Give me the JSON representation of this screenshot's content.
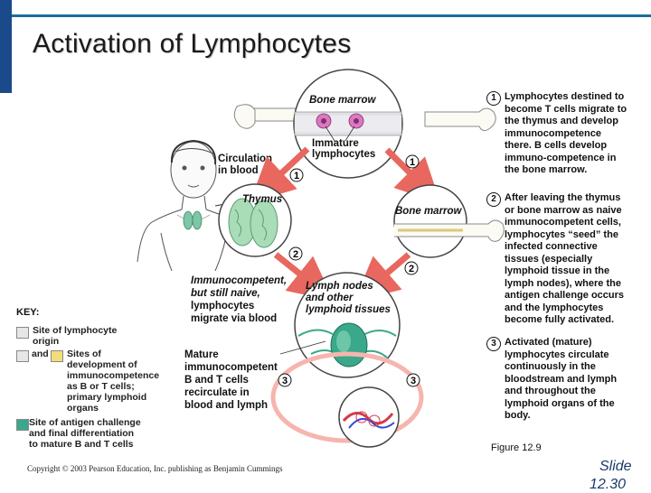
{
  "title": "Activation of Lymphocytes",
  "labels": {
    "bone_marrow_top": "Bone marrow",
    "immature": [
      "Immature",
      "lymphocytes"
    ],
    "circulation": [
      "Circulation",
      "in blood"
    ],
    "thymus": "Thymus",
    "bone_marrow_right": "Bone marrow",
    "lymph_nodes": [
      "Lymph nodes",
      "and other",
      "lymphoid tissues"
    ],
    "immunocompetent": [
      "Immunocompetent,",
      "but still naive,",
      "lymphocytes",
      "migrate via blood"
    ],
    "mature": [
      "Mature",
      "immunocompetent",
      "B and T cells",
      "recirculate in",
      "blood and lymph"
    ]
  },
  "badges": {
    "one": "1",
    "two": "2",
    "three": "3"
  },
  "steps": [
    {
      "num": "1",
      "lines": [
        "Lymphocytes destined to",
        "become T cells migrate to",
        "the thymus and develop",
        "immunocompetence",
        "there. B cells develop",
        "immuno-competence in",
        "the bone marrow."
      ]
    },
    {
      "num": "2",
      "lines": [
        "After leaving the thymus",
        "or bone marrow as naive",
        "immunocompetent cells,",
        "lymphocytes “seed” the",
        "infected connective",
        "tissues (especially",
        "lymphoid tissue in the",
        "lymph nodes), where the",
        "antigen challenge occurs",
        "and the lymphocytes",
        "become fully activated."
      ]
    },
    {
      "num": "3",
      "lines": [
        "Activated (mature)",
        "lymphocytes circulate",
        "continuously in the",
        "bloodstream and lymph",
        "and throughout the",
        "lymphoid organs of the",
        "body."
      ]
    }
  ],
  "key": {
    "heading": "KEY:",
    "item1": [
      "Site of lymphocyte",
      "origin"
    ],
    "item2_and": "and",
    "item2": [
      "Sites of",
      "development of",
      "immunocompetence",
      "as B or T cells;",
      "primary lymphoid",
      "organs"
    ],
    "item3": [
      "Site of antigen challenge",
      "and final differentiation",
      "to mature B and T cells"
    ]
  },
  "colors": {
    "accent_bar": "#1a4a8a",
    "arrow": "#e8675f",
    "lymph_green": "#3aa88a",
    "primary_organ_yellow": "#f3dd7a",
    "origin_gray": "#e6e6e6",
    "step_number": "#111111"
  },
  "figure_caption": "Figure 12.9",
  "copyright": "Copyright © 2003 Pearson Education, Inc. publishing as Benjamin Cummings",
  "slide_label": "Slide",
  "slide_number": "12.30"
}
